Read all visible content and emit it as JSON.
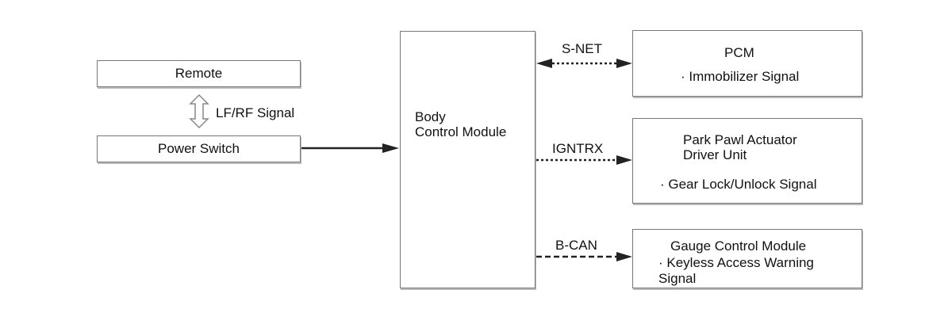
{
  "remote": {
    "label": "Remote"
  },
  "power_switch": {
    "label": "Power Switch"
  },
  "lf_rf": {
    "label": "LF/RF Signal"
  },
  "bcm": {
    "line1": "Body",
    "line2": "Control Module"
  },
  "pcm": {
    "title": "PCM",
    "signal": "· Immobilizer Signal"
  },
  "park": {
    "line1": "Park Pawl Actuator",
    "line2": "Driver Unit",
    "signal": "· Gear Lock/Unlock Signal"
  },
  "gauge": {
    "title": "Gauge Control Module",
    "signal_line1": "· Keyless Access Warning",
    "signal_line2": "Signal"
  },
  "links": {
    "snet": "S-NET",
    "igntrx": "IGNTRX",
    "bcan": "B-CAN"
  }
}
